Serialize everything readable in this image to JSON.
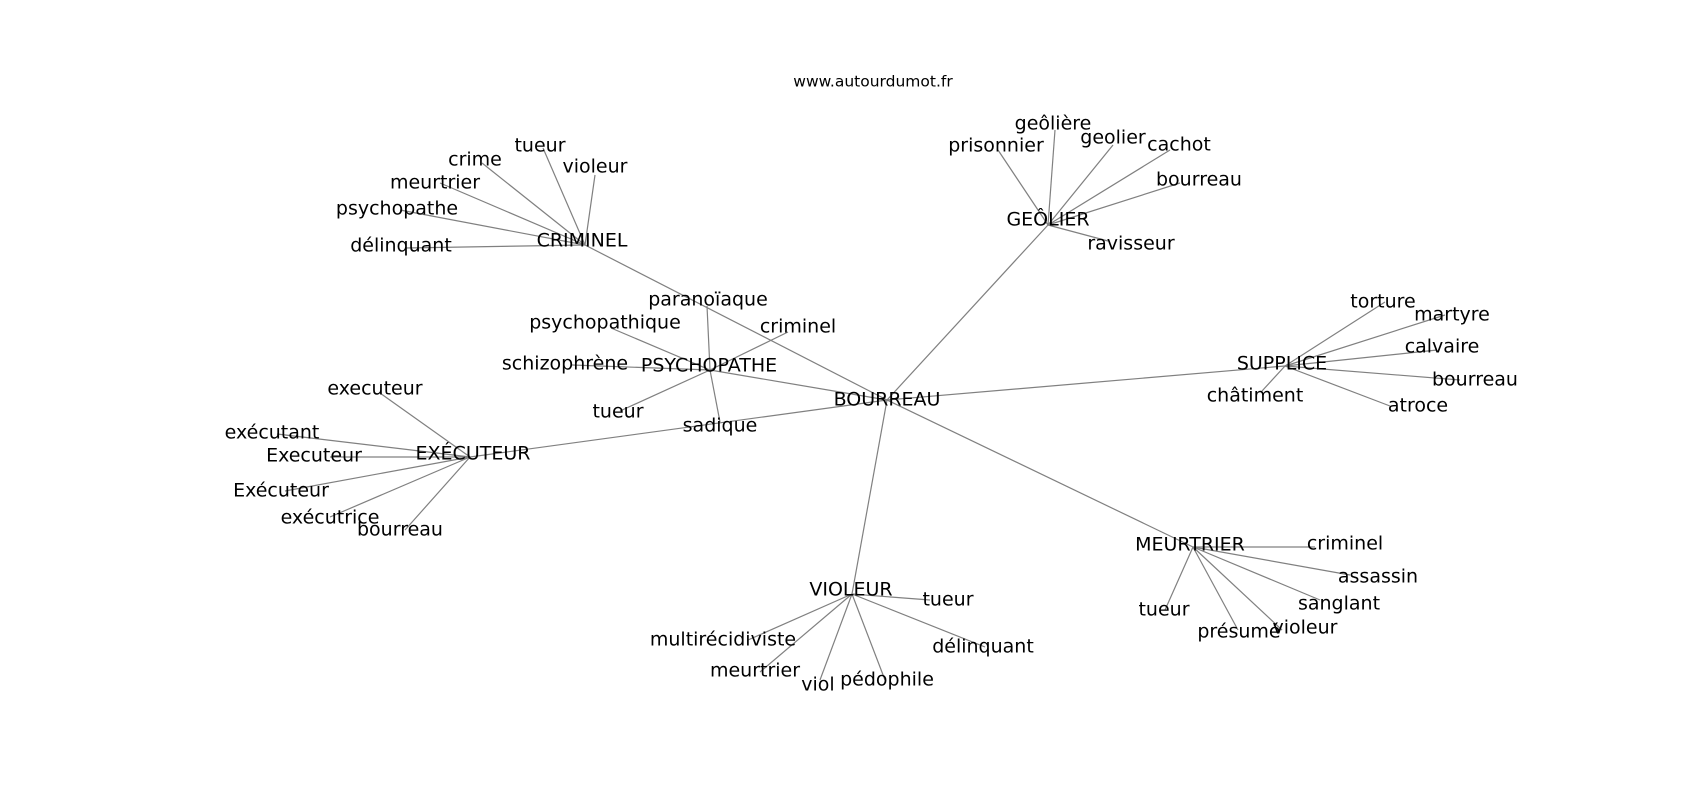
{
  "source_label": "www.autourdumot.fr",
  "center": "BOURREAU",
  "clusters": [
    {
      "hub": "CRIMINEL",
      "words": [
        "tueur",
        "crime",
        "violeur",
        "meurtrier",
        "psychopathe",
        "délinquant"
      ]
    },
    {
      "hub": "GEÔLIER",
      "words": [
        "geôlière",
        "prisonnier",
        "geolier",
        "cachot",
        "bourreau",
        "ravisseur"
      ]
    },
    {
      "hub": "PSYCHOPATHE",
      "words": [
        "paranoïaque",
        "psychopathique",
        "criminel",
        "schizophrène",
        "tueur",
        "sadique"
      ]
    },
    {
      "hub": "SUPPLICE",
      "words": [
        "torture",
        "martyre",
        "calvaire",
        "bourreau",
        "atroce",
        "châtiment"
      ]
    },
    {
      "hub": "EXÉCUTEUR",
      "words": [
        "executeur",
        "exécutant",
        "Executeur",
        "Exécuteur",
        "exécutrice",
        "bourreau"
      ]
    },
    {
      "hub": "MEURTRIER",
      "words": [
        "criminel",
        "assassin",
        "sanglant",
        "violeur",
        "présumé",
        "tueur"
      ]
    },
    {
      "hub": "VIOLEUR",
      "words": [
        "tueur",
        "multirécidiviste",
        "délinquant",
        "meurtrier",
        "viol",
        "pédophile"
      ]
    }
  ]
}
